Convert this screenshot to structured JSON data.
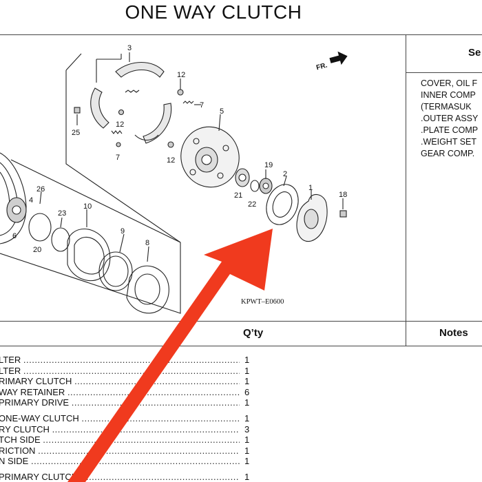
{
  "header": {
    "title": "ONE WAY CLUTCH"
  },
  "sets_panel": {
    "heading": "Se",
    "items": [
      "COVER, OIL F",
      "INNER COMP",
      "(TERMASUK",
      ".OUTER ASSY",
      ".PLATE COMP",
      ".WEIGHT SET",
      "GEAR COMP."
    ]
  },
  "diagram": {
    "ref_code": "KPWT–E0600",
    "front_marker": "FR.",
    "callouts": [
      "3",
      "12",
      "7",
      "5",
      "25",
      "12",
      "7",
      "12",
      "19",
      "2",
      "1",
      "18",
      "21",
      "22",
      "26",
      "4",
      "23",
      "10",
      "9",
      "8",
      "6",
      "20"
    ]
  },
  "table": {
    "qty_header": "Q’ty",
    "notes_header": "Notes",
    "parts": [
      {
        "name": "LTER",
        "qty": "1"
      },
      {
        "name": "LTER",
        "qty": "1"
      },
      {
        "name": "RIMARY CLUTCH",
        "qty": "1"
      },
      {
        "name": "WAY RETAINER",
        "qty": "6"
      },
      {
        "name": "PRIMARY DRIVE",
        "qty": "1"
      },
      {
        "name": "ONE-WAY CLUTCH",
        "qty": "1"
      },
      {
        "name": "RY CLUTCH",
        "qty": "3"
      },
      {
        "name": "TCH SIDE",
        "qty": "1"
      },
      {
        "name": "RICTION",
        "qty": "1"
      },
      {
        "name": "N SIDE",
        "qty": "1"
      },
      {
        "name": "PRIMARY CLUTCH",
        "qty": "1"
      }
    ]
  },
  "colors": {
    "arrow": "#f03a1e",
    "line": "#444444",
    "ink": "#111111"
  },
  "icons": [
    "front-direction-arrow-icon",
    "pointer-arrow-icon"
  ]
}
